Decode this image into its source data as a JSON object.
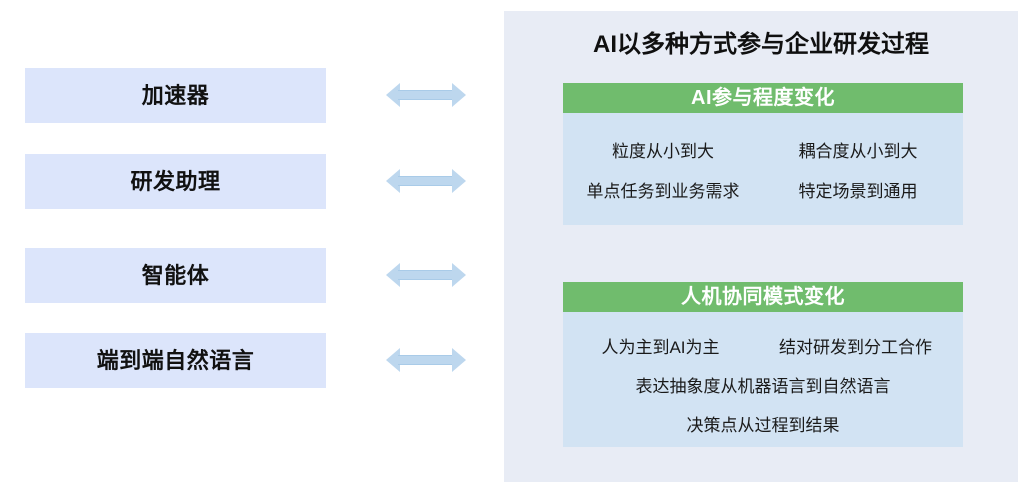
{
  "left": {
    "stages": [
      {
        "label": "加速器",
        "arrow_icon": "double-arrow-icon"
      },
      {
        "label": "研发助理",
        "arrow_icon": "double-arrow-icon"
      },
      {
        "label": "智能体",
        "arrow_icon": "double-arrow-icon"
      },
      {
        "label": "端到端自然语言",
        "arrow_icon": "double-arrow-icon"
      }
    ]
  },
  "right": {
    "title": "AI以多种方式参与企业研发过程",
    "sections": [
      {
        "header": "AI参与程度变化",
        "rows": [
          [
            "粒度从小到大",
            "耦合度从小到大"
          ],
          [
            "单点任务到业务需求",
            "特定场景到通用"
          ]
        ]
      },
      {
        "header": "人机协同模式变化",
        "rows": [
          [
            "人为主到AI为主",
            "结对研发到分工合作"
          ],
          [
            "表达抽象度从机器语言到自然语言"
          ],
          [
            "决策点从过程到结果"
          ]
        ]
      }
    ]
  },
  "colors": {
    "panel_background": "#e8ecf5",
    "stage_box": "#dce5fb",
    "section_header": "#70bc6d",
    "section_body": "#d2e3f3",
    "arrow": "#bdd7ee",
    "title_text": "#101010",
    "header_text": "#ffffff"
  }
}
